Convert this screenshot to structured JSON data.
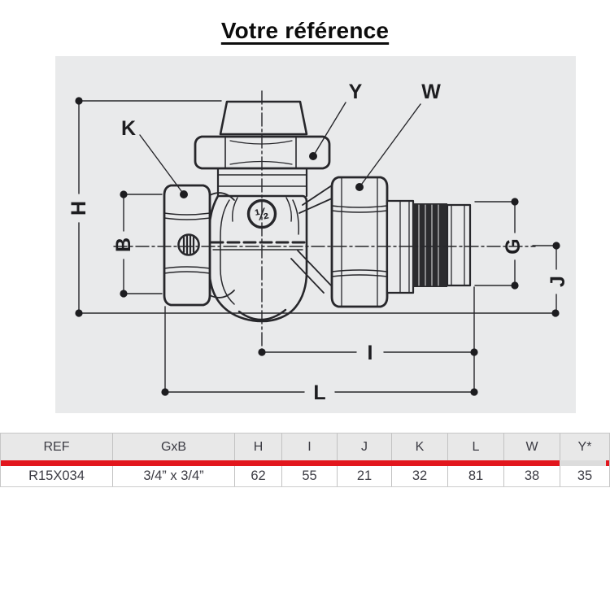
{
  "title": "Votre référence",
  "diagram": {
    "labels": {
      "H": "H",
      "B": "B",
      "K": "K",
      "Y": "Y",
      "W": "W",
      "G": "G",
      "J": "J",
      "I": "I",
      "L": "L"
    },
    "logo": "½",
    "colors": {
      "panel_bg": "#e9eaeb",
      "line": "#27272b",
      "accent_red": "#e2161d"
    }
  },
  "table": {
    "headers": [
      "REF",
      "GxB",
      "H",
      "I",
      "J",
      "K",
      "L",
      "W",
      "Y*"
    ],
    "rows": [
      [
        "R15X034",
        "3/4” x 3/4”",
        "62",
        "55",
        "21",
        "32",
        "81",
        "38",
        "35"
      ]
    ]
  }
}
